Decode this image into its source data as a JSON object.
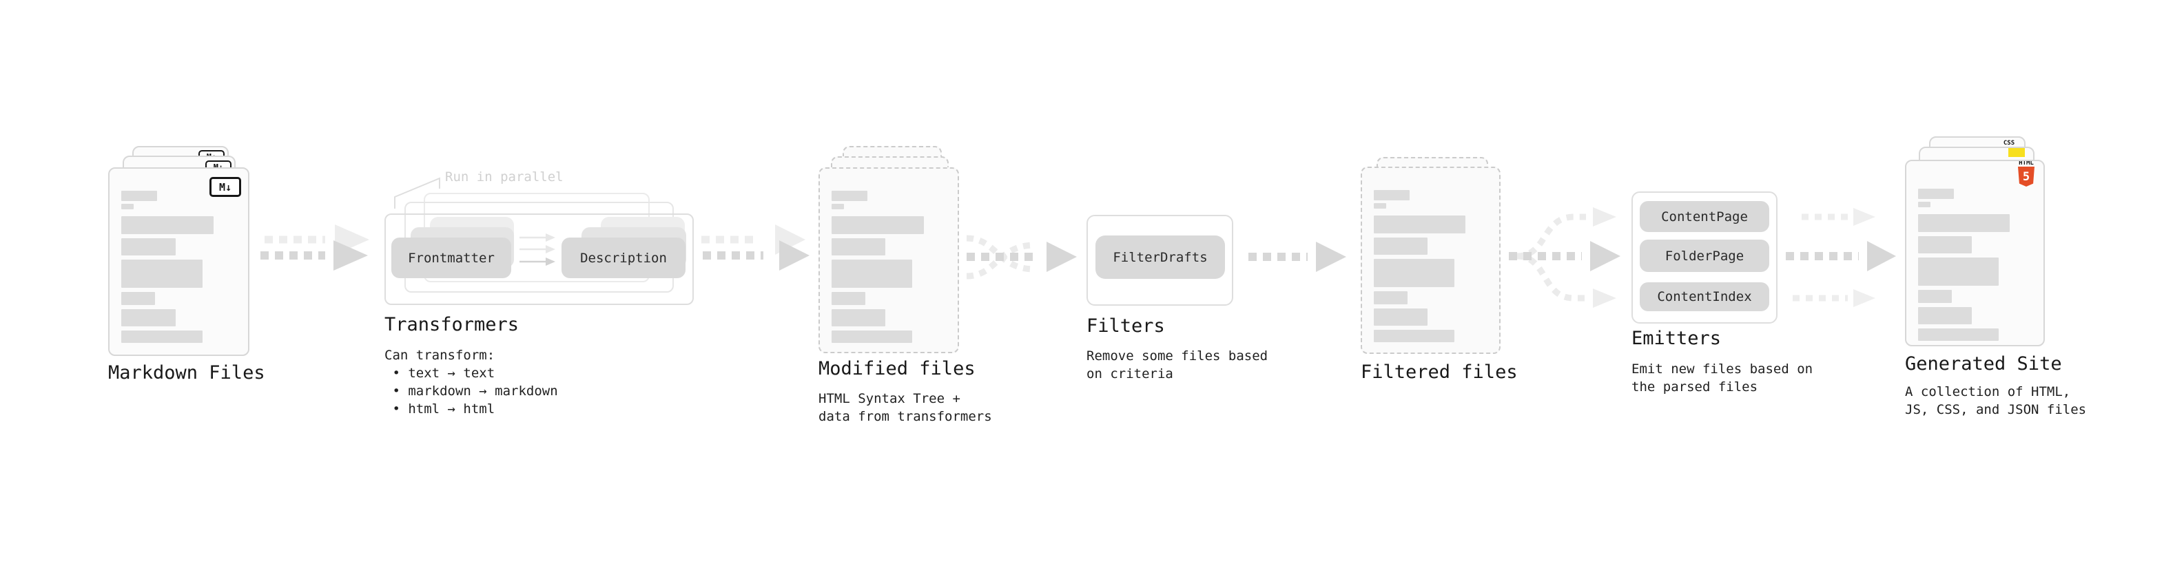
{
  "diagram": {
    "stages": {
      "markdown": {
        "label": "Markdown Files",
        "badge": "M↓"
      },
      "transformers": {
        "label": "Transformers",
        "callout": "Run in parallel",
        "pills": {
          "frontmatter": "Frontmatter",
          "description": "Description"
        },
        "caption": "Can transform:\n • text → text\n • markdown → markdown\n • html → html"
      },
      "modified": {
        "label": "Modified files",
        "caption": "HTML Syntax Tree +\ndata from transformers"
      },
      "filters": {
        "label": "Filters",
        "pill": "FilterDrafts",
        "caption": "Remove some files based\non criteria"
      },
      "filtered": {
        "label": "Filtered files"
      },
      "emitters": {
        "label": "Emitters",
        "pills": [
          "ContentPage",
          "FolderPage",
          "ContentIndex"
        ],
        "caption": "Emit new files based on\nthe parsed files"
      },
      "generated": {
        "label": "Generated Site",
        "caption": "A collection of HTML,\nJS, CSS, and JSON files",
        "badges": {
          "css": "CSS",
          "html_label": "HTML",
          "html_number": "5"
        }
      }
    },
    "colors": {
      "html5_orange": "#e44d26",
      "js_yellow": "#f7df1e",
      "css_blue": "#2f6ae0"
    }
  }
}
